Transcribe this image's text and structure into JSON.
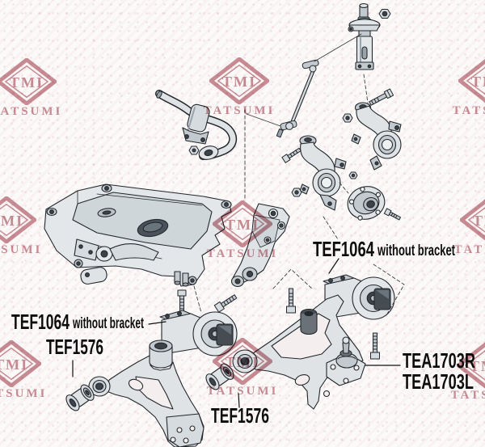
{
  "watermark": {
    "tmi": "TMI",
    "tatsumi": "TATSUMI",
    "color": "#b5636f"
  },
  "labels": {
    "tef1064_right": {
      "part": "TEF1064",
      "note": "without bracket"
    },
    "tef1064_left": {
      "part": "TEF1064",
      "note": "without bracket"
    },
    "tef1576_left": {
      "part": "TEF1576"
    },
    "tef1576_center": {
      "part": "TEF1576"
    },
    "tea1703r": {
      "part": "TEA1703R"
    },
    "tea1703l": {
      "part": "TEA1703L"
    }
  }
}
